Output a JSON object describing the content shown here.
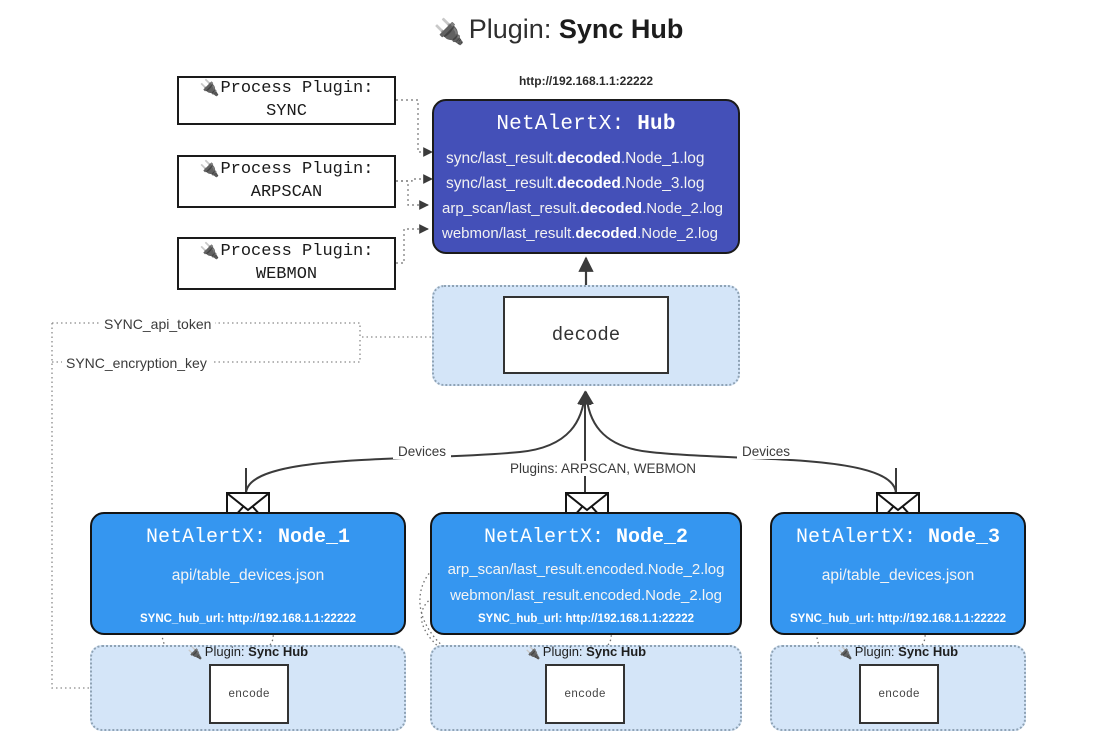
{
  "title": {
    "icon": "plug-icon",
    "prefix": "Plugin:",
    "name": "Sync Hub"
  },
  "process_plugins": [
    {
      "icon": "plug-icon",
      "line1": "Process Plugin:",
      "line2": "SYNC"
    },
    {
      "icon": "plug-icon",
      "line1": "Process Plugin:",
      "line2": "ARPSCAN"
    },
    {
      "icon": "plug-icon",
      "line1": "Process Plugin:",
      "line2": "WEBMON"
    }
  ],
  "hub": {
    "url": "http://192.168.1.1:22222",
    "title_prefix": "NetAlertX:",
    "title_name": "Hub",
    "logs": [
      {
        "pre": "sync/last_result.",
        "bold": "decoded",
        "post": ".Node_1.log"
      },
      {
        "pre": "sync/last_result.",
        "bold": "decoded",
        "post": ".Node_3.log"
      },
      {
        "pre": "arp_scan/last_result.",
        "bold": "decoded",
        "post": ".Node_2.log"
      },
      {
        "pre": "webmon/last_result.",
        "bold": "decoded",
        "post": ".Node_2.log"
      }
    ]
  },
  "decode": {
    "label": "decode"
  },
  "keys": {
    "api_token": "SYNC_api_token",
    "encryption_key": "SYNC_encryption_key"
  },
  "edge_labels": {
    "devices_left": "Devices",
    "devices_right": "Devices",
    "plugins": "Plugins: ARPSCAN, WEBMON"
  },
  "nodes": [
    {
      "title_prefix": "NetAlertX:",
      "title_name": "Node_1",
      "lines": [
        "api/table_devices.json"
      ],
      "footer": "SYNC_hub_url: http://192.168.1.1:22222",
      "encode": {
        "plugin_prefix": "Plugin:",
        "plugin_name": "Sync Hub",
        "label": "encode"
      }
    },
    {
      "title_prefix": "NetAlertX:",
      "title_name": "Node_2",
      "lines": [
        "arp_scan/last_result.encoded.Node_2.log",
        "webmon/last_result.encoded.Node_2.log"
      ],
      "footer": "SYNC_hub_url: http://192.168.1.1:22222",
      "encode": {
        "plugin_prefix": "Plugin:",
        "plugin_name": "Sync Hub",
        "label": "encode"
      }
    },
    {
      "title_prefix": "NetAlertX:",
      "title_name": "Node_3",
      "lines": [
        "api/table_devices.json"
      ],
      "footer": "SYNC_hub_url: http://192.168.1.1:22222",
      "encode": {
        "plugin_prefix": "Plugin:",
        "plugin_name": "Sync Hub",
        "label": "encode"
      }
    }
  ],
  "colors": {
    "hub_fill": "#4450b8",
    "node_fill": "#3596f0",
    "container_fill": "#d4e5f8",
    "stroke": "#333333"
  }
}
